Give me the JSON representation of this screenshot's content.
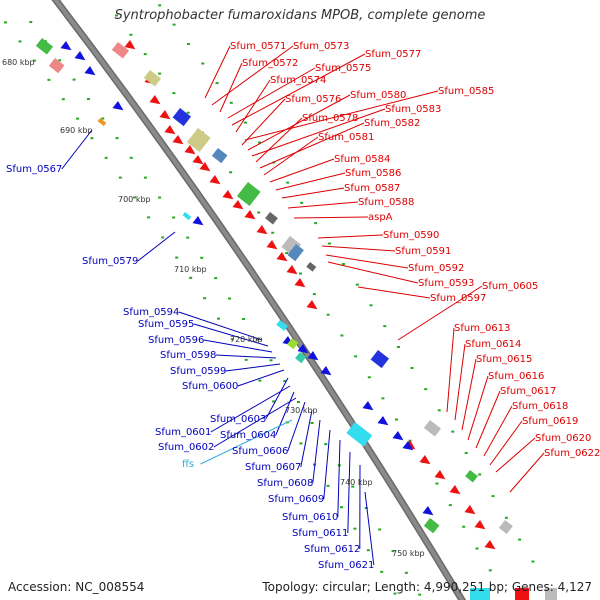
{
  "title": "Syntrophobacter fumaroxidans MPOB, complete genome",
  "footer": {
    "accession": "Accession: NC_008554",
    "topology": "Topology: circular; Length: 4,990,251 bp; Genes: 4,127"
  },
  "colors": {
    "forward_label": "#dd0000",
    "reverse_label": "#0000bb",
    "rna_label": "#33aadd",
    "backbone": "#8a8a8a",
    "forward_gene": "#ee1111",
    "reverse_gene": "#1111dd"
  },
  "ticks": [
    "680 kbp",
    "690 kbp",
    "700 kbp",
    "710 kbp",
    "720 kbp",
    "730 kbp",
    "740 kbp",
    "750 kbp"
  ],
  "labels": [
    {
      "text": "Sfum_0571",
      "strand": "forward"
    },
    {
      "text": "Sfum_0573",
      "strand": "forward"
    },
    {
      "text": "Sfum_0572",
      "strand": "forward"
    },
    {
      "text": "Sfum_0577",
      "strand": "forward"
    },
    {
      "text": "Sfum_0575",
      "strand": "forward"
    },
    {
      "text": "Sfum_0574",
      "strand": "forward"
    },
    {
      "text": "Sfum_0585",
      "strand": "forward"
    },
    {
      "text": "Sfum_0576",
      "strand": "forward"
    },
    {
      "text": "Sfum_0580",
      "strand": "forward"
    },
    {
      "text": "Sfum_0583",
      "strand": "forward"
    },
    {
      "text": "Sfum_0578",
      "strand": "forward"
    },
    {
      "text": "Sfum_0582",
      "strand": "forward"
    },
    {
      "text": "Sfum_0581",
      "strand": "forward"
    },
    {
      "text": "Sfum_0584",
      "strand": "forward"
    },
    {
      "text": "Sfum_0586",
      "strand": "forward"
    },
    {
      "text": "Sfum_0587",
      "strand": "forward"
    },
    {
      "text": "Sfum_0588",
      "strand": "forward"
    },
    {
      "text": "aspA",
      "strand": "forward"
    },
    {
      "text": "Sfum_0590",
      "strand": "forward"
    },
    {
      "text": "Sfum_0591",
      "strand": "forward"
    },
    {
      "text": "Sfum_0592",
      "strand": "forward"
    },
    {
      "text": "Sfum_0593",
      "strand": "forward"
    },
    {
      "text": "Sfum_0605",
      "strand": "forward"
    },
    {
      "text": "Sfum_0597",
      "strand": "forward"
    },
    {
      "text": "Sfum_0613",
      "strand": "forward"
    },
    {
      "text": "Sfum_0614",
      "strand": "forward"
    },
    {
      "text": "Sfum_0615",
      "strand": "forward"
    },
    {
      "text": "Sfum_0616",
      "strand": "forward"
    },
    {
      "text": "Sfum_0617",
      "strand": "forward"
    },
    {
      "text": "Sfum_0618",
      "strand": "forward"
    },
    {
      "text": "Sfum_0619",
      "strand": "forward"
    },
    {
      "text": "Sfum_0620",
      "strand": "forward"
    },
    {
      "text": "Sfum_0622",
      "strand": "forward"
    },
    {
      "text": "Sfum_0567",
      "strand": "reverse"
    },
    {
      "text": "Sfum_0579",
      "strand": "reverse"
    },
    {
      "text": "Sfum_0594",
      "strand": "reverse"
    },
    {
      "text": "Sfum_0595",
      "strand": "reverse"
    },
    {
      "text": "Sfum_0596",
      "strand": "reverse"
    },
    {
      "text": "Sfum_0598",
      "strand": "reverse"
    },
    {
      "text": "Sfum_0599",
      "strand": "reverse"
    },
    {
      "text": "Sfum_0600",
      "strand": "reverse"
    },
    {
      "text": "Sfum_0603",
      "strand": "reverse"
    },
    {
      "text": "Sfum_0601",
      "strand": "reverse"
    },
    {
      "text": "Sfum_0604",
      "strand": "reverse"
    },
    {
      "text": "Sfum_0602",
      "strand": "reverse"
    },
    {
      "text": "Sfum_0606",
      "strand": "reverse"
    },
    {
      "text": "ffs",
      "strand": "rna"
    },
    {
      "text": "Sfum_0607",
      "strand": "reverse"
    },
    {
      "text": "Sfum_0608",
      "strand": "reverse"
    },
    {
      "text": "Sfum_0609",
      "strand": "reverse"
    },
    {
      "text": "Sfum_0610",
      "strand": "reverse"
    },
    {
      "text": "Sfum_0611",
      "strand": "reverse"
    },
    {
      "text": "Sfum_0612",
      "strand": "reverse"
    },
    {
      "text": "Sfum_0621",
      "strand": "reverse"
    }
  ]
}
